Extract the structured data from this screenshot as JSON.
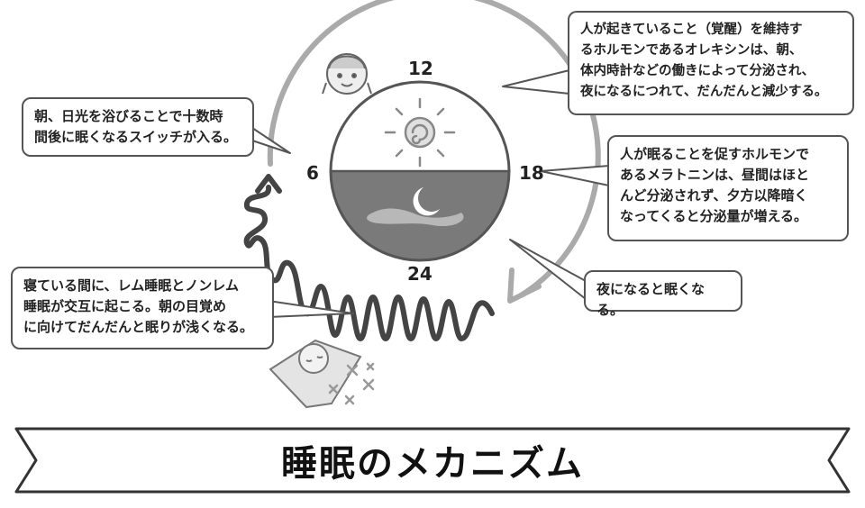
{
  "title": "睡眠のメカニズム",
  "clock": {
    "hour_12": "12",
    "hour_6": "6",
    "hour_18": "18",
    "hour_24": "24"
  },
  "callouts": {
    "morning": "朝、日光を浴びることで十数時\n間後に眠くなるスイッチが入る。",
    "orexin": "人が起きていること（覚醒）を維持す\nるホルモンであるオレキシンは、朝、\n体内時計などの働きによって分泌され、\n夜になるにつれて、だんだんと減少する。",
    "melatonin": "人が眠ることを促すホルモンで\nあるメラトニンは、昼間はほと\nんど分泌されず、夕方以降暗く\nなってくると分泌量が増える。",
    "night": "夜になると眠くなる。",
    "rem": "寝ている間に、レム睡眠とノンレム\n睡眠が交互に起こる。朝の目覚め\nに向けてだんだんと眠りが浅くなる。"
  },
  "colors": {
    "arc": "#aaaaaa",
    "wave": "#444444",
    "night_fill": "#7a7a7a",
    "stroke": "#555555"
  }
}
